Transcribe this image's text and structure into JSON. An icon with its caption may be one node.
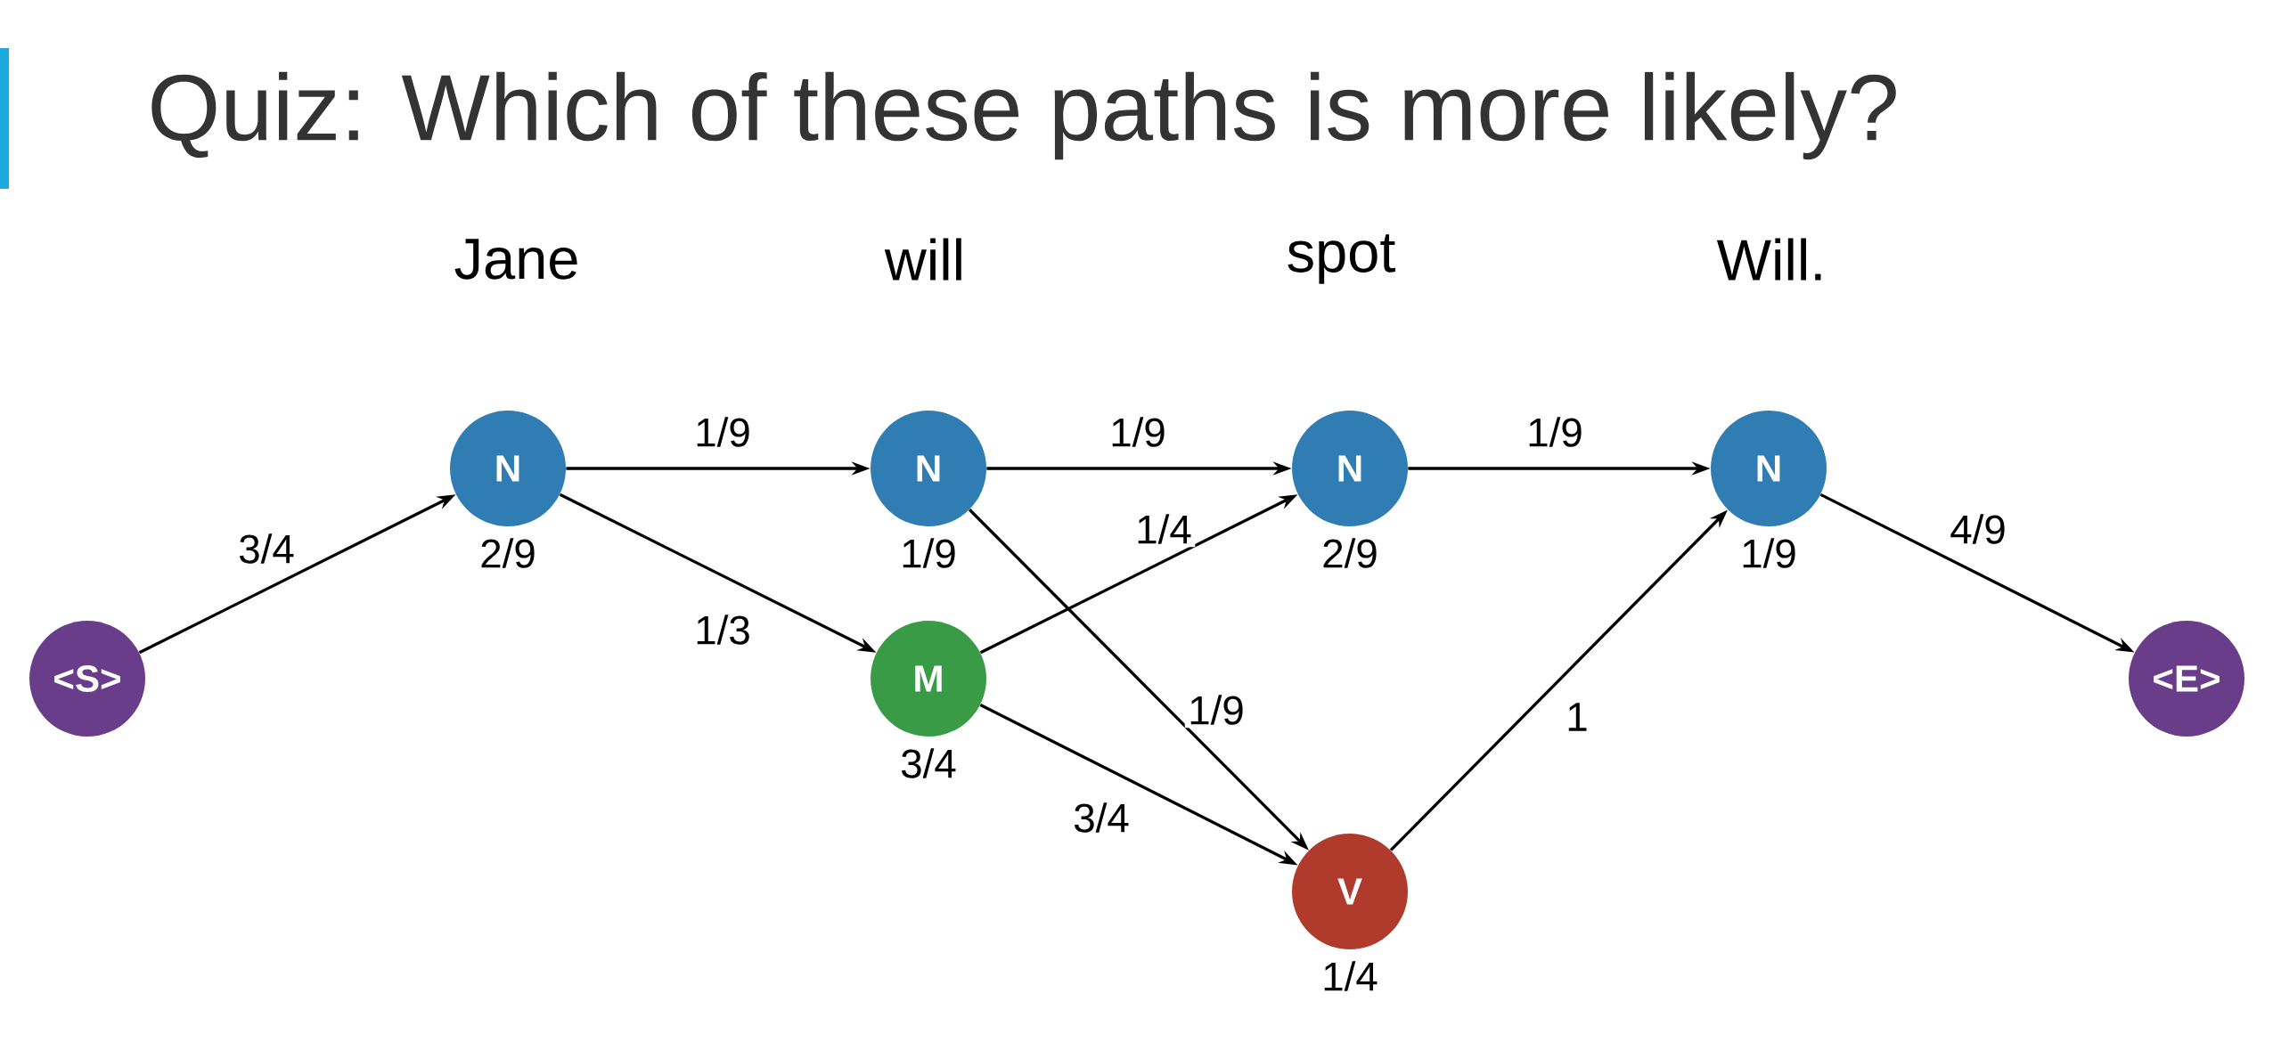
{
  "diagram": {
    "title": "Quiz: Which of these paths is more likely?",
    "nodes": [
      {
        "text": [
          "<S>"
        ]
      },
      {
        "text": [
          "N"
        ],
        "beside": [
          "2/9"
        ]
      },
      {
        "text": [
          "N"
        ],
        "beside": [
          "1/9"
        ]
      },
      {
        "text": [
          "M"
        ],
        "beside": [
          "3/4"
        ]
      },
      {
        "text": [
          "N"
        ],
        "beside": [
          "2/9"
        ]
      },
      {
        "text": [
          "V"
        ],
        "beside": [
          "1/4"
        ]
      },
      {
        "text": [
          "N"
        ],
        "beside": [
          "1/9"
        ]
      },
      {
        "text": [
          "<E>"
        ]
      }
    ],
    "edges": [
      {
        "from": 0,
        "to": 1,
        "arrow": "to",
        "label": "3/4"
      },
      {
        "from": 1,
        "to": 2,
        "arrow": "to",
        "label": "1/9"
      },
      {
        "from": 1,
        "to": 3,
        "arrow": "to",
        "label": "1/3"
      },
      {
        "from": 2,
        "to": 4,
        "arrow": "to",
        "label": "1/9"
      },
      {
        "from": 2,
        "to": 5,
        "arrow": "to",
        "label": "1/9"
      },
      {
        "from": 3,
        "to": 4,
        "arrow": "to",
        "label": "1/4"
      },
      {
        "from": 3,
        "to": 5,
        "arrow": "to",
        "label": "3/4"
      },
      {
        "from": 4,
        "to": 6,
        "arrow": "to",
        "label": "1/9"
      },
      {
        "from": 5,
        "to": 6,
        "arrow": "to",
        "label": "1"
      },
      {
        "from": 6,
        "to": 7,
        "arrow": "to",
        "label": "4/9"
      }
    ],
    "labels": [
      "Jane",
      "will",
      "spot",
      "Will."
    ]
  }
}
